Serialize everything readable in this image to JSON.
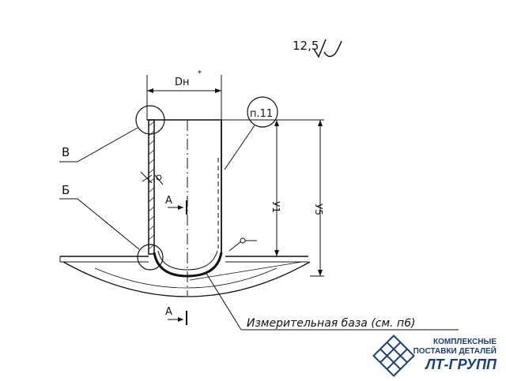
{
  "drawing": {
    "roughness": "12,5",
    "dimension_diameter": "Dн",
    "dimension_diameter_mark": "*",
    "note_ref": "п.11",
    "label_v": "В",
    "label_b": "Б",
    "section_mark_top": "А",
    "section_mark_bottom": "А",
    "dim_y1": "У1",
    "dim_y5": "У5",
    "measuring_base": "Измерительная база (см. п6)"
  },
  "logo": {
    "line1": "КОМПЛЕКСНЫЕ",
    "line2": "ПОСТАВКИ ДЕТАЛЕЙ",
    "brand": "ЛТ-ГРУПП",
    "color": "#1a3f78"
  }
}
